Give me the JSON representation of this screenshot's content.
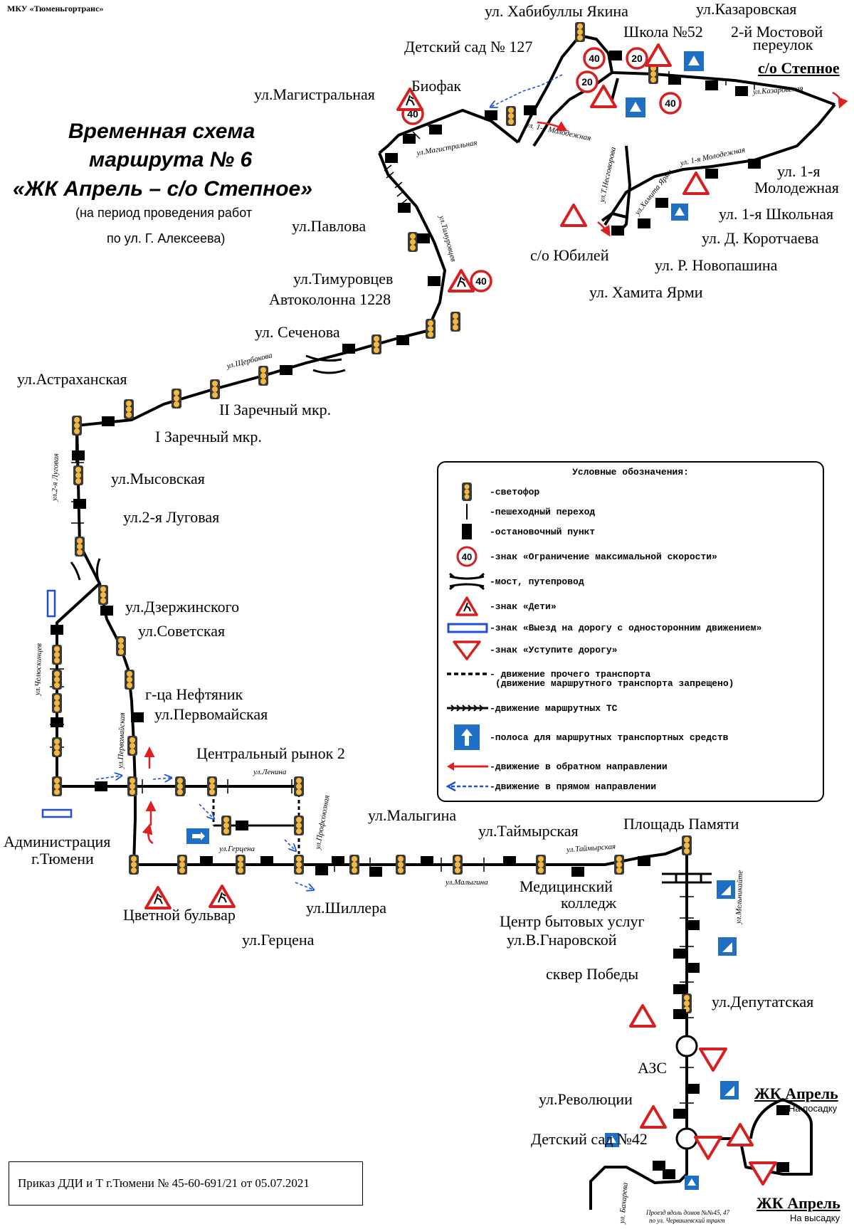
{
  "header": {
    "org": "МКУ «Тюменьгортранс»"
  },
  "title": {
    "line1": "Временная схема",
    "line2": "маршрута № 6",
    "line3": "«ЖК Апрель – с/о Степное»",
    "sub1": "(на период проведения работ",
    "sub2": "по ул. Г. Алексеева)"
  },
  "order": "Приказ ДДИ и Т г.Тюмени № 45-60-691/21 от 05.07.2021",
  "terminals": {
    "stepnoe": "с/о Степное",
    "aprel_board": "ЖК Апрель",
    "aprel_board_note": "На посадку",
    "aprel_alight": "ЖК Апрель",
    "aprel_alight_note": "На высадку"
  },
  "stops": {
    "khabibully": "ул. Хабибуллы Якина",
    "kazarovskaya": "ул.Казаровская",
    "school52": "Школа №52",
    "mostovoy": "2-й Мостовой",
    "mostovoy2": "переулок",
    "kindergarten127": "Детский сад № 127",
    "biofak": "Биофак",
    "magistralnaya": "ул.Магистральная",
    "molodezhnaya1": "ул. 1-я",
    "molodezhnaya2": "Молодежная",
    "shkolnaya": "ул. 1-я Школьная",
    "korotchaeva": "ул. Д. Коротчаева",
    "novopashina": "ул. Р. Новопашина",
    "khamita": "ул. Хамита Ярми",
    "yubiley": "с/о Юбилей",
    "pavlova": "ул.Павлова",
    "timurovtsev": "ул.Тимуровцев",
    "avtokolonna": "Автоколонна 1228",
    "sechenova": "ул. Сеченова",
    "zarechny2": "II Заречный мкр.",
    "zarechny1": "I Заречный мкр.",
    "astrakhanskaya": "ул.Астраханская",
    "mysovskaya": "ул.Мысовская",
    "lugovaya2": "ул.2-я Луговая",
    "dzerzhinskogo": "ул.Дзержинского",
    "sovetskaya": "ул.Советская",
    "neftyanik": "г-ца Нефтяник",
    "pervomayskaya": "ул.Первомайская",
    "market2": "Центральный рынок 2",
    "admin1": "Администрация",
    "admin2": "г.Тюмени",
    "tsvetnoy": "Цветной бульвар",
    "gertsena": "ул.Герцена",
    "shillera": "ул.Шиллера",
    "malygina": "ул.Малыгина",
    "taymyrskaya": "ул.Таймырская",
    "medcollege1": "Медицинский",
    "medcollege2": "колледж",
    "ploshchad": "Площадь Памяти",
    "services": "Центр бытовых услуг",
    "gnarovskoy": "ул.В.Гнаровской",
    "skver": "сквер Победы",
    "deputatskaya": "ул.Депутатская",
    "azs": "АЗС",
    "revolyutsii": "ул.Революции",
    "kindergarten42": "Детский сад №42"
  },
  "streets": {
    "kazarovskaya": "ул.Казаровская",
    "magistralnaya": "ул.Магистральная",
    "molod_1": "ул. 1-я Молодежная",
    "nesgovorova": "ул.Т.Несговорова",
    "molod_2": "ул. 1-я Молодежная",
    "khamita": "ул.Хамита Ярми",
    "timurovtsev": "ул.Тимуровцев",
    "shcherbakova": "ул.Щербакова",
    "lugovaya": "ул.2-я Луговая",
    "chelyuskintsev": "ул.Челюскинцев",
    "pervomayskaya": "ул.Первомайская",
    "lenina": "ул.Ленина",
    "profsoyuznaya": "ул.Профсоюзная",
    "gertsena": "ул.Герцена",
    "malygina": "ул.Малыгина",
    "taymyrskaya": "ул.Таймырская",
    "melnikayte": "ул.Мельникайте",
    "bakhareva": "ул. Бахарева",
    "proezd1": "Проезд вдоль домов №№45, 47",
    "proezd2": "по ул. Червишевский тракт"
  },
  "speed_values": [
    "40",
    "20"
  ],
  "legend": {
    "title": "Условные обозначения:",
    "items": [
      "-светофор",
      "-пешеходный переход",
      "-остановочный пункт",
      "-знак «Ограничение максимальной скорости»",
      "-мост, путепровод",
      "-знак «Дети»",
      "-знак «Выезд на дорогу с односторонним движением»",
      "-знак «Уступите дорогу»",
      "- движение прочего транспорта",
      "(движение маршрутного транспорта запрещено)",
      "-движение маршрутных ТС",
      "-полоса для маршрутных транспортных средств",
      "-движение в обратном направлении",
      "-движение в прямом направлении"
    ],
    "speed_sample": "40"
  },
  "colors": {
    "route": "#000000",
    "reverse": "#e02020",
    "forward": "#1f4fd6",
    "bus_lane": "#1f6fc5",
    "sign_red": "#d62020"
  }
}
